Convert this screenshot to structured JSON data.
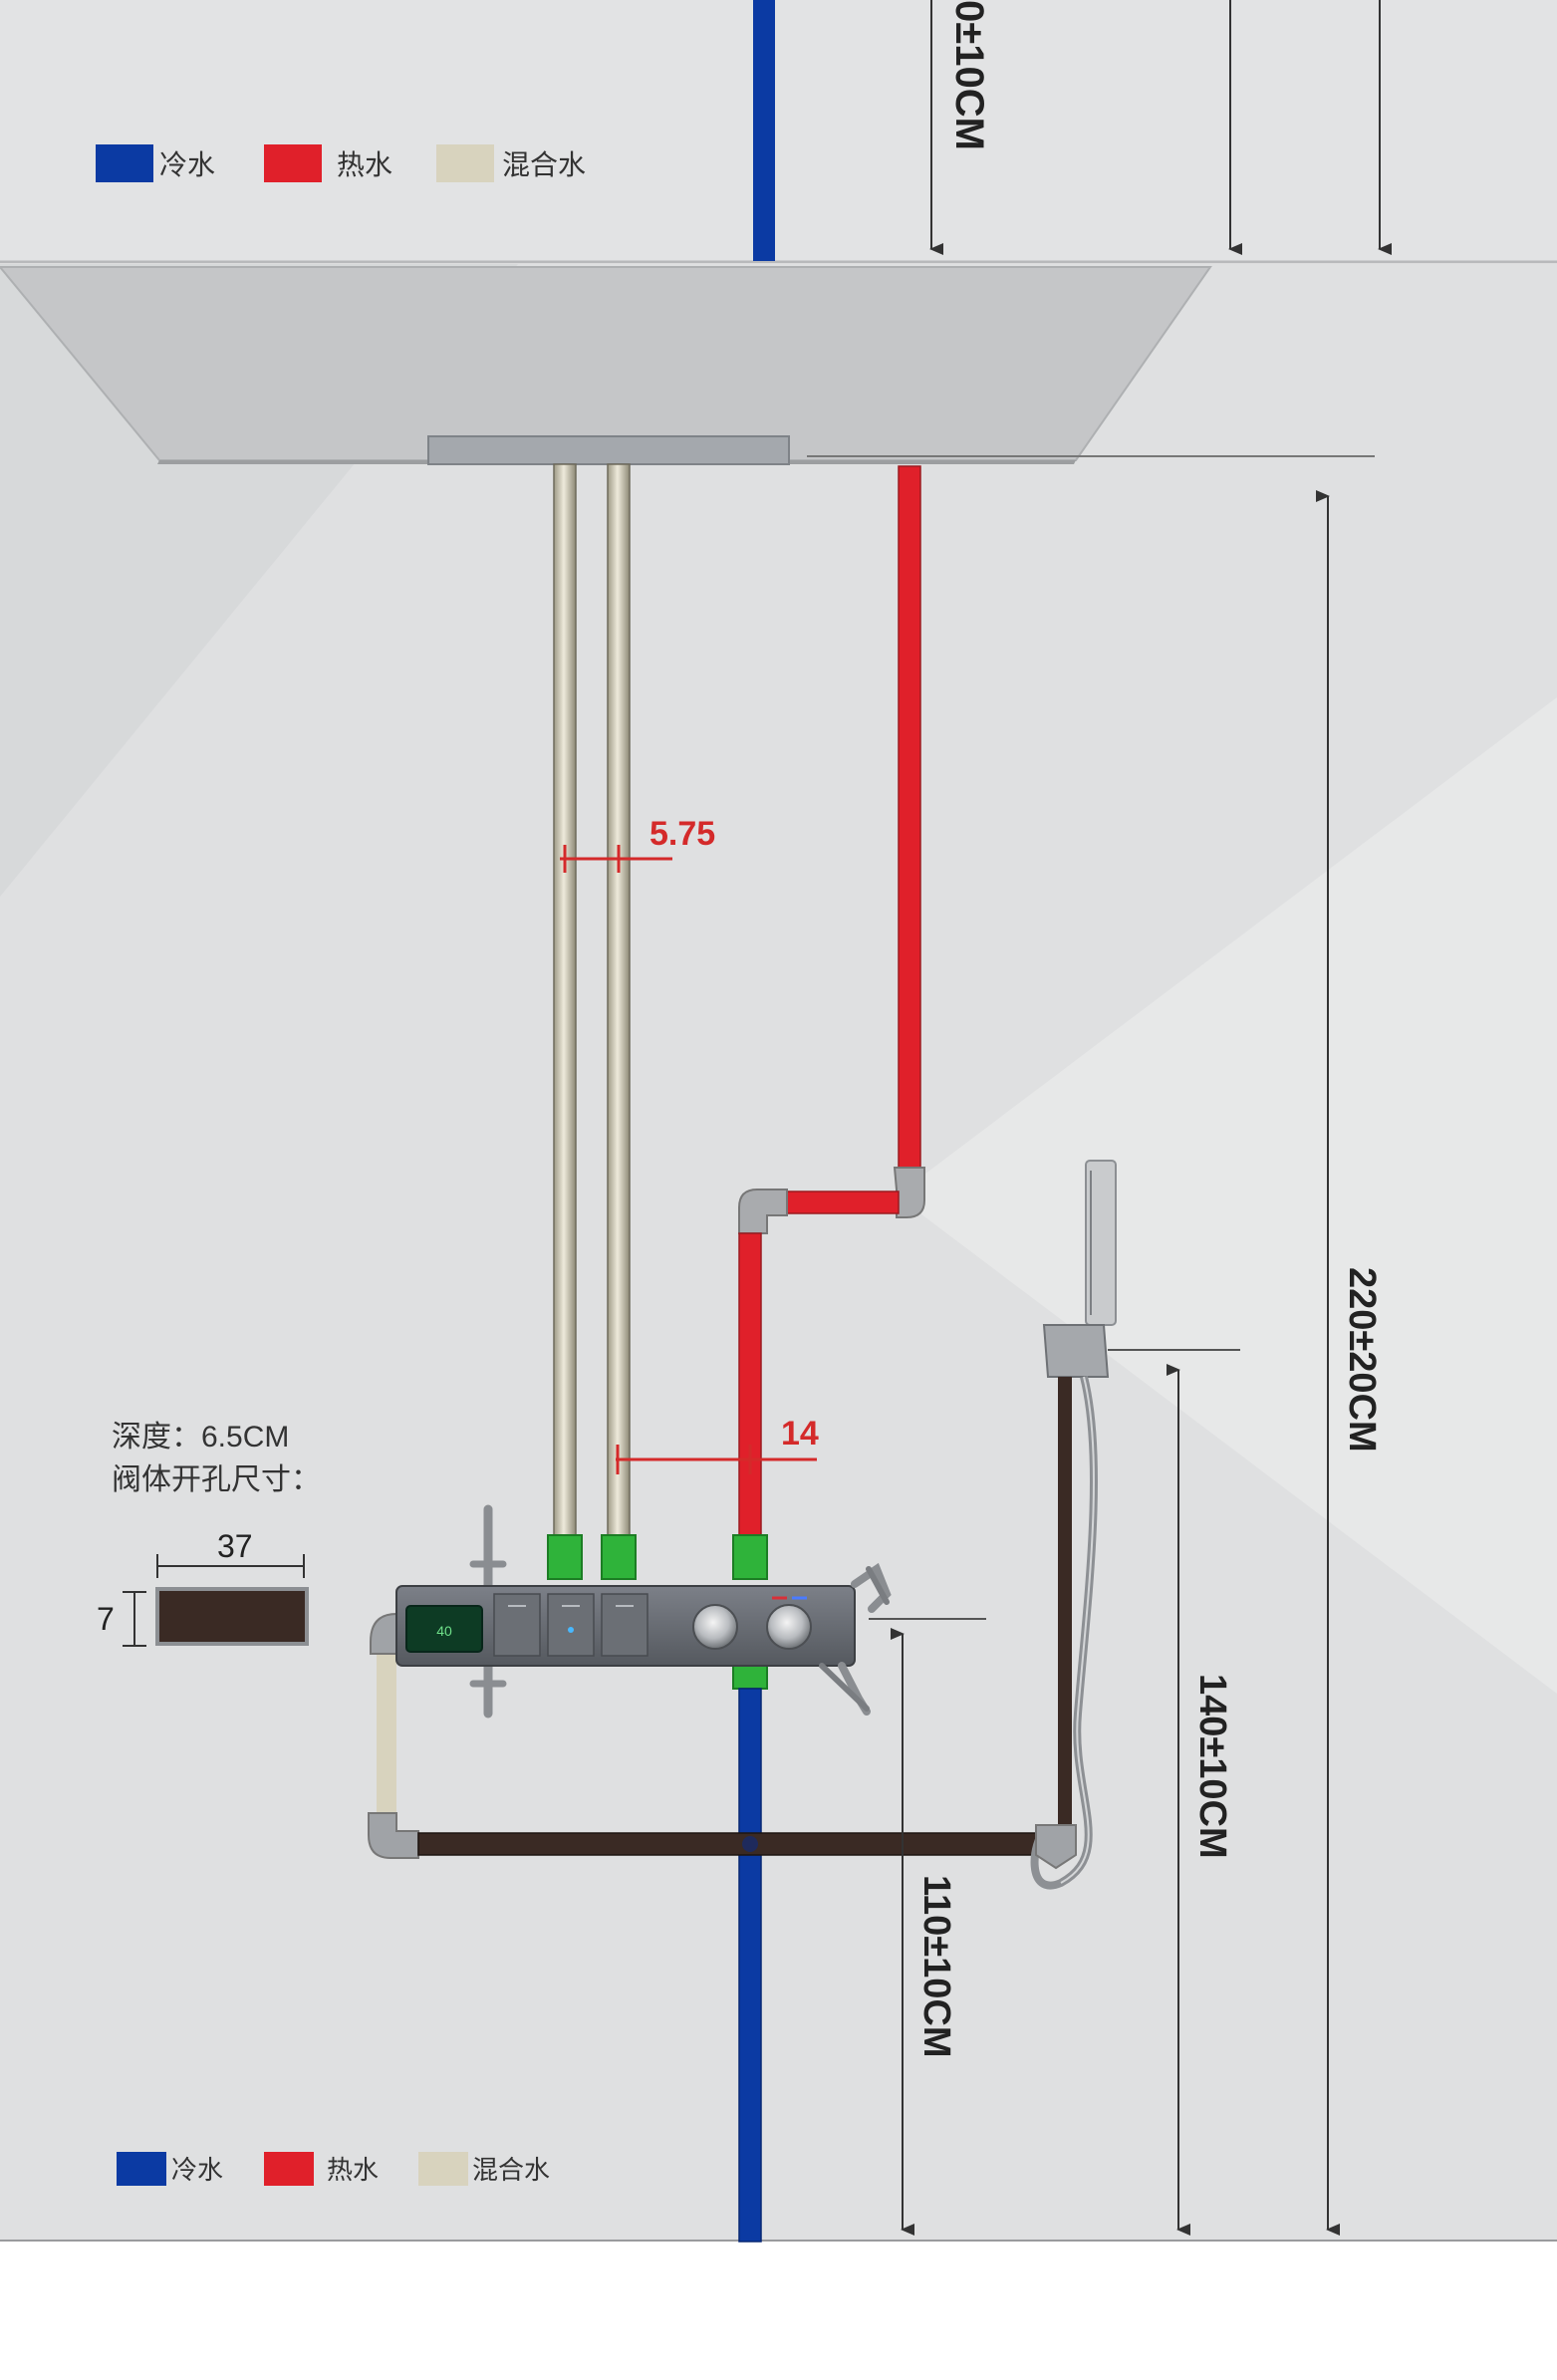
{
  "legend_top": {
    "items": [
      {
        "label": "冷水",
        "color": "#0b3aa3"
      },
      {
        "label": "热水",
        "color": "#e0202a"
      },
      {
        "label": "混合水",
        "color": "#d8d3be"
      }
    ]
  },
  "legend_bottom": {
    "items": [
      {
        "label": "冷水",
        "color": "#0b3aa3"
      },
      {
        "label": "热水",
        "color": "#e0202a"
      },
      {
        "label": "混合水",
        "color": "#d8d3be"
      }
    ]
  },
  "top_dimension": "0±10CM",
  "dimensions": {
    "pipe_gap": "5.75",
    "pipe_spacing": "14",
    "total_height": "220±20CM",
    "handshower_height": "140±10CM",
    "valve_height": "110±10CM"
  },
  "valve_spec": {
    "depth": "深度：6.5CM",
    "opening": "阀体开孔尺寸：",
    "width": "37",
    "height": "7"
  },
  "display_temp": "40",
  "colors": {
    "cold": "#0b3aa3",
    "hot": "#e0202a",
    "mixed": "#d8d3be",
    "drain": "#3a2a24",
    "dimension_red": "#d42a2a"
  }
}
